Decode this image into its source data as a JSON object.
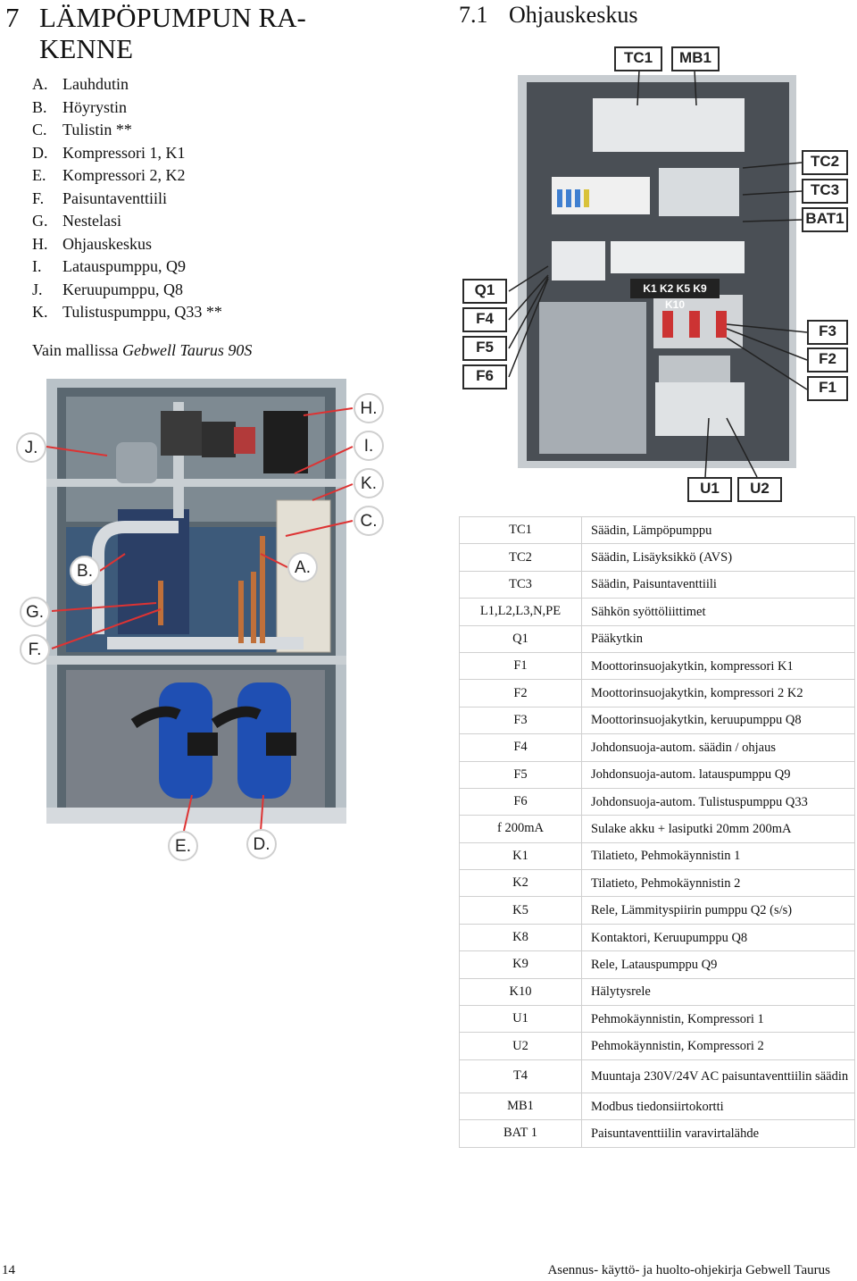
{
  "header": {
    "section_number": "7",
    "section_title": "LÄMPÖPUMPUN RA-KENNE",
    "subsection_number": "7.1",
    "subsection_title": "Ohjauskeskus"
  },
  "parts": [
    {
      "letter": "A.",
      "name": "Lauhdutin"
    },
    {
      "letter": "B.",
      "name": "Höyrystin"
    },
    {
      "letter": "C.",
      "name": "Tulistin **"
    },
    {
      "letter": "D.",
      "name": "Kompressori 1, K1"
    },
    {
      "letter": "E.",
      "name": "Kompressori 2, K2"
    },
    {
      "letter": "F.",
      "name": "Paisuntaventtiili"
    },
    {
      "letter": "G.",
      "name": "Nestelasi"
    },
    {
      "letter": "H.",
      "name": "Ohjauskeskus"
    },
    {
      "letter": "I.",
      "name": "Latauspumppu, Q9"
    },
    {
      "letter": "J.",
      "name": "Keruupumppu, Q8"
    },
    {
      "letter": "K.",
      "name": "Tulistuspumppu, Q33 **"
    }
  ],
  "note": {
    "prefix": "Vain mallissa ",
    "model": "Gebwell Taurus 90S"
  },
  "heatpump_photo_labels": [
    "H.",
    "I.",
    "K.",
    "C.",
    "J.",
    "B.",
    "A.",
    "G.",
    "F.",
    "E.",
    "D."
  ],
  "control_photo_labels": {
    "top": [
      "TC1",
      "MB1"
    ],
    "right": [
      "TC2",
      "TC3",
      "BAT1",
      "F3",
      "F2",
      "F1"
    ],
    "left": [
      "Q1",
      "F4",
      "F5",
      "F6"
    ],
    "bottom": [
      "U1",
      "U2"
    ],
    "relay_strip": "K1 K2 K5 K9 K10"
  },
  "components": [
    {
      "code": "TC1",
      "desc": "Säädin, Lämpöpumppu"
    },
    {
      "code": "TC2",
      "desc": "Säädin, Lisäyksikkö (AVS)"
    },
    {
      "code": "TC3",
      "desc": "Säädin, Paisuntaventtiili"
    },
    {
      "code": "L1,L2,L3,N,PE",
      "desc": "Sähkön syöttöliittimet"
    },
    {
      "code": "Q1",
      "desc": "Pääkytkin"
    },
    {
      "code": "F1",
      "desc": "Moottorinsuojakytkin, kompressori K1"
    },
    {
      "code": "F2",
      "desc": "Moottorinsuojakytkin, kompressori 2 K2"
    },
    {
      "code": "F3",
      "desc": "Moottorinsuojakytkin, keruupumppu Q8"
    },
    {
      "code": "F4",
      "desc": "Johdonsuoja-autom. säädin / ohjaus"
    },
    {
      "code": "F5",
      "desc": "Johdonsuoja-autom. latauspumppu Q9"
    },
    {
      "code": "F6",
      "desc": "Johdonsuoja-autom. Tulistuspumppu Q33"
    },
    {
      "code": "f 200mA",
      "desc": "Sulake akku + lasiputki 20mm 200mA"
    },
    {
      "code": "K1",
      "desc": "Tilatieto, Pehmokäynnistin 1"
    },
    {
      "code": "K2",
      "desc": "Tilatieto, Pehmokäynnistin 2"
    },
    {
      "code": "K5",
      "desc": "Rele, Lämmityspiirin pumppu Q2 (s/s)"
    },
    {
      "code": "K8",
      "desc": "Kontaktori, Keruupumppu Q8"
    },
    {
      "code": "K9",
      "desc": "Rele, Latauspumppu Q9"
    },
    {
      "code": "K10",
      "desc": "Hälytysrele"
    },
    {
      "code": "U1",
      "desc": "Pehmokäynnistin, Kompressori 1"
    },
    {
      "code": "U2",
      "desc": "Pehmokäynnistin, Kompressori 2"
    },
    {
      "code": "T4",
      "desc": "Muuntaja 230V/24V AC paisuntaventtiilin säädin"
    },
    {
      "code": "MB1",
      "desc": "Modbus tiedonsiirtokortti"
    },
    {
      "code": "BAT 1",
      "desc": "Paisuntaventtiilin varavirtalähde"
    }
  ],
  "footer": {
    "page_number": "14",
    "text": "Asennus- käyttö- ja huolto-ohjekirja Gebwell Taurus"
  }
}
